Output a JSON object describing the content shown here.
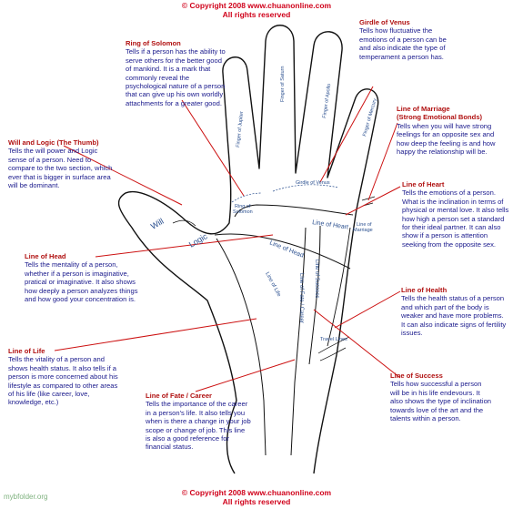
{
  "copyright": {
    "line1": "© Copyright 2008 www.chuanonline.com",
    "line2": "All rights reserved"
  },
  "watermark": "mybfolder.org",
  "colors": {
    "title": "#b01010",
    "body": "#1a1a8c",
    "leader": "#cc1010",
    "hand_outline": "#111111",
    "palm_label": "#2a4f8f"
  },
  "palm_labels": {
    "will": "Will",
    "logic": "Logic",
    "ring_of_solomon": "Ring of Solomon",
    "girdle_of_venus": "Girdle of Venus",
    "line_of_marriage": "Line of Marriage",
    "line_of_heart": "Line of Heart",
    "line_of_head": "Line of Head",
    "line_of_life": "Line of Life",
    "line_of_fate": "Line of Fate / Career",
    "line_of_success": "Line of Success",
    "travel_lines": "Travel Lines",
    "finger_of_jupiter": "Finger of Jupiter",
    "finger_of_saturn": "Finger of Saturn",
    "finger_of_apollo": "Finger of Apollo",
    "finger_of_mercury": "Finger of Mercury"
  },
  "callouts": {
    "ring_of_solomon": {
      "title": "Ring of Solomon",
      "body": "Tells if a person has the ability to serve others for the better good of mankind. It is a mark that commonly reveal the psychological nature of a person that can give up his own worldly attachments for a greater good."
    },
    "girdle_of_venus": {
      "title": "Girdle of Venus",
      "body": "Tells how fluctuative the emotions of a person can be and also indicate the type of temperament a person has."
    },
    "will_and_logic": {
      "title": "Will and Logic (The Thumb)",
      "body": "Tells the will power and Logic sense of a person. Need to compare to the two section, which ever that is bigger in surface area will be dominant."
    },
    "line_of_marriage": {
      "title": "Line of Marriage",
      "title2": "(Strong Emotional Bonds)",
      "body": "Tells when you will have strong feelings for an opposite sex and how deep the feeling is and how happy the relationship will be."
    },
    "line_of_heart": {
      "title": "Line of Heart",
      "body": "Tells the emotions of a person. What is the inclination in terms of physical or mental love. It also tells how high a person set a standard for their ideal partner. It can also show if a person is attention seeking from the opposite sex."
    },
    "line_of_head": {
      "title": "Line of Head",
      "body": "Tells the mentality of a person, whether if a person is imaginative, pratical or imaginative. It also shows how deeply a person analyzes things and how good your concentration is."
    },
    "line_of_health": {
      "title": "Line of Health",
      "body": "Tells the health status of a person and which part of the body is weaker and have more problems. It can also indicate signs of fertility issues."
    },
    "line_of_life": {
      "title": "Line of Life",
      "body": "Tells the vitality of a person and shows health status. It also tells if a person is more concerned about his lifestyle as compared to other areas of his life (like career, love, knowledge, etc.)"
    },
    "line_of_fate": {
      "title": "Line of Fate / Career",
      "body": "Tells the importance of the career in a person's life. It also tells you when is there a change in your job scope or change of job. This line is also a good reference for financial status."
    },
    "line_of_success": {
      "title": "Line of Success",
      "body": "Tells how successful a person will be in his life endevours. It also shows the type of inclination towards love of the art and the talents within a person."
    }
  }
}
